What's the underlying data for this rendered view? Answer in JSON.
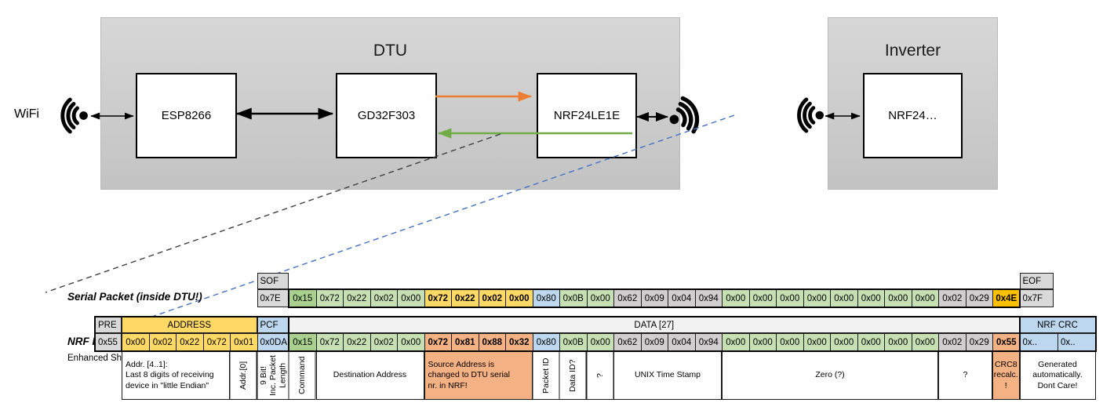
{
  "diagram": {
    "wifi_label": "WiFi",
    "dtu": {
      "title": "DTU",
      "components": [
        "ESP8266",
        "GD32F303",
        "NRF24LE1E"
      ]
    },
    "inverter": {
      "title": "Inverter",
      "components": [
        "NRF24…"
      ]
    },
    "arrow_colors": {
      "orange": "#ED7D31",
      "green": "#70AD47",
      "black": "#000000"
    },
    "dashed_line_colors": {
      "serial_pointer": "#404040",
      "nrf_pointer": "#4472C4"
    }
  },
  "serial_packet": {
    "label": "Serial Packet (inside DTU!)",
    "sof": {
      "header": "SOF",
      "value": "0x7E"
    },
    "eof": {
      "header": "EOF",
      "value": "0x7F"
    },
    "bytes": [
      {
        "v": "0x15",
        "c": "gd"
      },
      {
        "v": "0x72",
        "c": "g"
      },
      {
        "v": "0x22",
        "c": "g"
      },
      {
        "v": "0x02",
        "c": "g"
      },
      {
        "v": "0x00",
        "c": "g"
      },
      {
        "v": "0x72",
        "c": "y"
      },
      {
        "v": "0x22",
        "c": "y"
      },
      {
        "v": "0x02",
        "c": "y"
      },
      {
        "v": "0x00",
        "c": "y"
      },
      {
        "v": "0x80",
        "c": "b"
      },
      {
        "v": "0x0B",
        "c": "g"
      },
      {
        "v": "0x00",
        "c": "g"
      },
      {
        "v": "0x62",
        "c": "gr"
      },
      {
        "v": "0x09",
        "c": "gr"
      },
      {
        "v": "0x04",
        "c": "gr"
      },
      {
        "v": "0x94",
        "c": "gr"
      },
      {
        "v": "0x00",
        "c": "g"
      },
      {
        "v": "0x00",
        "c": "g"
      },
      {
        "v": "0x00",
        "c": "g"
      },
      {
        "v": "0x00",
        "c": "g"
      },
      {
        "v": "0x00",
        "c": "g"
      },
      {
        "v": "0x00",
        "c": "g"
      },
      {
        "v": "0x00",
        "c": "g"
      },
      {
        "v": "0x00",
        "c": "g"
      },
      {
        "v": "0x02",
        "c": "gr"
      },
      {
        "v": "0x29",
        "c": "gr"
      },
      {
        "v": "0x4E",
        "c": "o"
      }
    ]
  },
  "nrf_packet": {
    "label": "NRF Packet",
    "sublabel": "Enhanced Shockburst",
    "pre": {
      "header": "PRE",
      "value": "0x55"
    },
    "address": {
      "header": "ADDRESS",
      "values": [
        "0x00",
        "0x02",
        "0x22",
        "0x72",
        "0x01"
      ]
    },
    "pcf": {
      "header": "PCF",
      "value": "0x0DA"
    },
    "data_header": "DATA [27]",
    "bytes": [
      {
        "v": "0x15",
        "c": "gd"
      },
      {
        "v": "0x72",
        "c": "g"
      },
      {
        "v": "0x22",
        "c": "g"
      },
      {
        "v": "0x02",
        "c": "g"
      },
      {
        "v": "0x00",
        "c": "g"
      },
      {
        "v": "0x72",
        "c": "s"
      },
      {
        "v": "0x81",
        "c": "s"
      },
      {
        "v": "0x88",
        "c": "s"
      },
      {
        "v": "0x32",
        "c": "s"
      },
      {
        "v": "0x80",
        "c": "b"
      },
      {
        "v": "0x0B",
        "c": "g"
      },
      {
        "v": "0x00",
        "c": "g"
      },
      {
        "v": "0x62",
        "c": "gr"
      },
      {
        "v": "0x09",
        "c": "gr"
      },
      {
        "v": "0x04",
        "c": "gr"
      },
      {
        "v": "0x94",
        "c": "gr"
      },
      {
        "v": "0x00",
        "c": "g"
      },
      {
        "v": "0x00",
        "c": "g"
      },
      {
        "v": "0x00",
        "c": "g"
      },
      {
        "v": "0x00",
        "c": "g"
      },
      {
        "v": "0x00",
        "c": "g"
      },
      {
        "v": "0x00",
        "c": "g"
      },
      {
        "v": "0x00",
        "c": "g"
      },
      {
        "v": "0x00",
        "c": "g"
      },
      {
        "v": "0x02",
        "c": "gr"
      },
      {
        "v": "0x29",
        "c": "gr"
      },
      {
        "v": "0x55",
        "c": "s"
      }
    ],
    "crc": {
      "header": "NRF CRC",
      "values": [
        "0x..",
        "0x.."
      ]
    }
  },
  "annotations": [
    {
      "text": "Addr. [4..1]:\nLast 8 digits of receiving\ndevice in \"little Endian\"",
      "col": 2,
      "span": 4,
      "align": "left"
    },
    {
      "text": "Addr.[0]",
      "col": 6,
      "span": 1,
      "vertical": true
    },
    {
      "text": "9 Bit!\nInc. Packet\nLength",
      "col": 7,
      "span": 1,
      "vertical": true
    },
    {
      "text": "Command",
      "col": 8,
      "span": 1,
      "vertical": true
    },
    {
      "text": "Destination Address",
      "col": 9,
      "span": 4
    },
    {
      "text": "Source Address is\nchanged to DTU serial\nnr. in NRF!",
      "col": 13,
      "span": 4,
      "bg": "salmon",
      "align": "left"
    },
    {
      "text": "Packet ID",
      "col": 17,
      "span": 1,
      "vertical": true
    },
    {
      "text": "Data ID?",
      "col": 18,
      "span": 1,
      "vertical": true
    },
    {
      "text": "?",
      "col": 19,
      "span": 1,
      "vertical": true
    },
    {
      "text": "UNIX Time Stamp",
      "col": 20,
      "span": 4
    },
    {
      "text": "Zero (?)",
      "col": 24,
      "span": 8
    },
    {
      "text": "?",
      "col": 32,
      "span": 2
    },
    {
      "text": "CRC8\nrecalc.\n!",
      "col": 34,
      "span": 1,
      "bg": "salmon"
    },
    {
      "text": "Generated\nautomatically.\nDont Care!",
      "col": 35,
      "span": 2
    }
  ]
}
